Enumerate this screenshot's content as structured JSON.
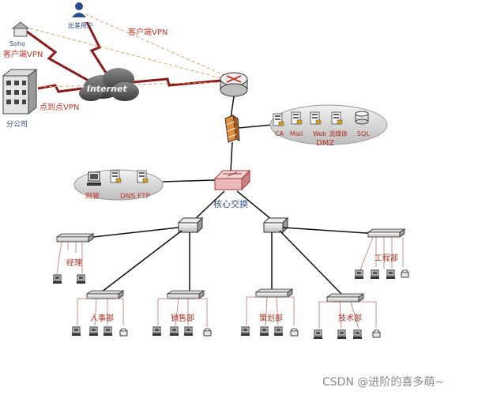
{
  "labels": {
    "traveler": "出差用户",
    "client_vpn_top": "客户端VPN",
    "soho": "Soho",
    "client_vpn_left": "客户端VPN",
    "internet": "Internet",
    "p2p_vpn": "点到点VPN",
    "branch": "分公司",
    "dmz": "DMZ",
    "core_switch": "核心交换"
  },
  "dmz_servers": [
    "CA",
    "Mail",
    "Web",
    "流媒体",
    "SQL"
  ],
  "mgmt_servers": [
    "网管",
    "DNS",
    "FTP"
  ],
  "departments": {
    "manager": "经理",
    "engineering": "工程部",
    "hr": "人事部",
    "sales": "销售部",
    "planning": "策划部",
    "tech": "技术部"
  },
  "watermark": "CSDN @进阶的喜多萌~",
  "colors": {
    "wan_link": "#8b1a1a",
    "vpn_dash": "#e0a060",
    "lan_link": "#111111",
    "label_red": "#c0392b",
    "label_blue": "#2c4a86"
  }
}
